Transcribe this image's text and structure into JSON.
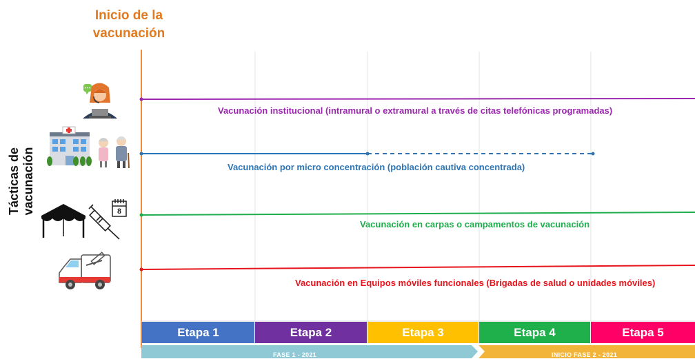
{
  "header": {
    "start_label_line1": "Inicio de la",
    "start_label_line2": "vacunación"
  },
  "axis": {
    "label": "Tácticas de vacunación"
  },
  "tactics": [
    {
      "label": "Vacunación institucional (intramural o extramural a través de citas telefónicas programadas)",
      "color": "#9b27af",
      "icon": "call-center-agent-icon"
    },
    {
      "label": "Vacunación por micro concentración (población cautiva concentrada)",
      "color": "#2e75b6",
      "icon": "hospital-elderly-icon"
    },
    {
      "label": "Vacunación en carpas o campamentos de vacunación",
      "color": "#1fae4e",
      "icon": "tent-syringe-calendar-icon"
    },
    {
      "label": "Vacunación en Equipos móviles funcionales (Brigadas de salud o  unidades móviles)",
      "color": "#e8141c",
      "icon": "ambulance-icon"
    }
  ],
  "calendar": {
    "day": "8"
  },
  "stages": [
    {
      "label": "Etapa 1",
      "color": "#4472c4"
    },
    {
      "label": "Etapa 2",
      "color": "#7030a0"
    },
    {
      "label": "Etapa 3",
      "color": "#ffc000"
    },
    {
      "label": "Etapa 4",
      "color": "#1faf4b"
    },
    {
      "label": "Etapa 5",
      "color": "#ff0066"
    }
  ],
  "phases": [
    {
      "label": "FASE 1 - 2021",
      "color": "#8fc9d6"
    },
    {
      "label": "INICIO FASE 2 - 2021",
      "color": "#f3b43a"
    }
  ],
  "colors": {
    "timeline": "#f08a38",
    "grid": "#e6e6e6"
  }
}
